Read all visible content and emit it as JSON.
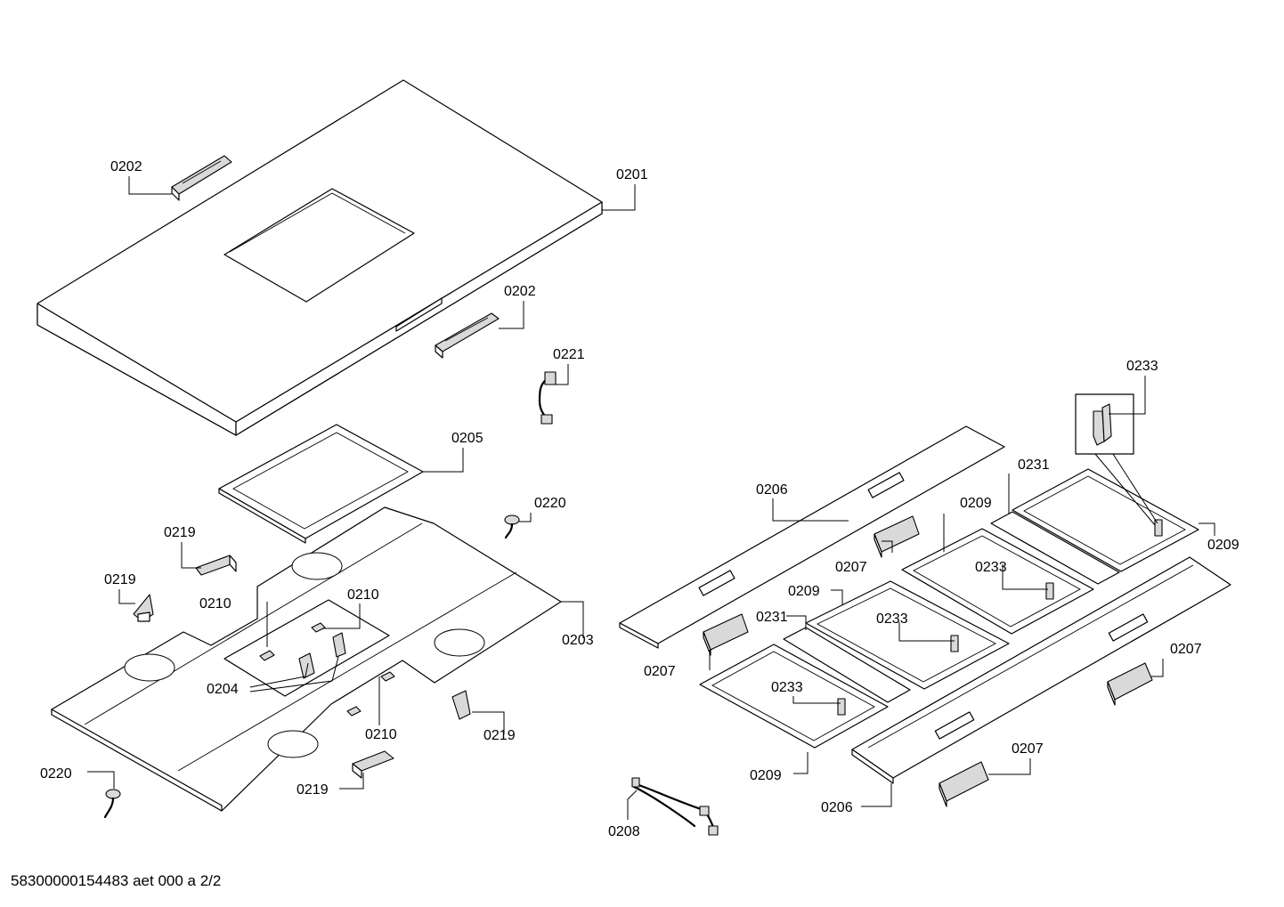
{
  "footer_code": "58300000154483 aet 000 a 2/2",
  "callouts": [
    {
      "id": "c-0202a",
      "text": "0202"
    },
    {
      "id": "c-0201",
      "text": "0201"
    },
    {
      "id": "c-0202b",
      "text": "0202"
    },
    {
      "id": "c-0221",
      "text": "0221"
    },
    {
      "id": "c-0205",
      "text": "0205"
    },
    {
      "id": "c-0220a",
      "text": "0220"
    },
    {
      "id": "c-0219a",
      "text": "0219"
    },
    {
      "id": "c-0219b",
      "text": "0219"
    },
    {
      "id": "c-0210a",
      "text": "0210"
    },
    {
      "id": "c-0210b",
      "text": "0210"
    },
    {
      "id": "c-0203",
      "text": "0203"
    },
    {
      "id": "c-0204",
      "text": "0204"
    },
    {
      "id": "c-0210c",
      "text": "0210"
    },
    {
      "id": "c-0219c",
      "text": "0219"
    },
    {
      "id": "c-0220b",
      "text": "0220"
    },
    {
      "id": "c-0219d",
      "text": "0219"
    },
    {
      "id": "c-0233a",
      "text": "0233"
    },
    {
      "id": "c-0231a",
      "text": "0231"
    },
    {
      "id": "c-0206a",
      "text": "0206"
    },
    {
      "id": "c-0209a",
      "text": "0209"
    },
    {
      "id": "c-0209b",
      "text": "0209"
    },
    {
      "id": "c-0207a",
      "text": "0207"
    },
    {
      "id": "c-0233b",
      "text": "0233"
    },
    {
      "id": "c-0209c",
      "text": "0209"
    },
    {
      "id": "c-0231b",
      "text": "0231"
    },
    {
      "id": "c-0233c",
      "text": "0233"
    },
    {
      "id": "c-0207b",
      "text": "0207"
    },
    {
      "id": "c-0207c",
      "text": "0207"
    },
    {
      "id": "c-0233d",
      "text": "0233"
    },
    {
      "id": "c-0209d",
      "text": "0209"
    },
    {
      "id": "c-0207d",
      "text": "0207"
    },
    {
      "id": "c-0206b",
      "text": "0206"
    },
    {
      "id": "c-0208",
      "text": "0208"
    }
  ]
}
